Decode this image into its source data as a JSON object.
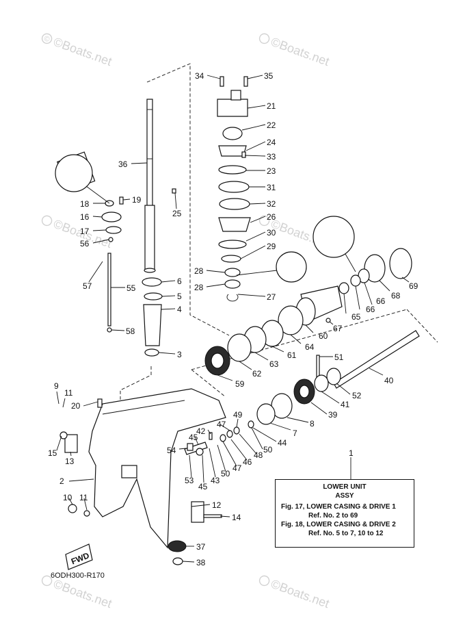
{
  "watermark": "©Boats.net",
  "fwd_label": "FWD",
  "figure_code": "6ODH300-R170",
  "legend": {
    "callout": "1",
    "title": "LOWER UNIT",
    "subtitle": "ASSY",
    "fig17": "Fig. 17, LOWER CASING & DRIVE 1",
    "ref17": "Ref. No. 2 to 69",
    "fig18": "Fig. 18, LOWER CASING & DRIVE 2",
    "ref18": "Ref. No. 5 to 7, 10 to 12"
  },
  "callouts": [
    "34",
    "35",
    "21",
    "22",
    "24",
    "33",
    "23",
    "31",
    "32",
    "26",
    "30",
    "29",
    "28",
    "28",
    "27",
    "36",
    "25",
    "18",
    "19",
    "16",
    "17",
    "56",
    "57",
    "55",
    "58",
    "6",
    "5",
    "4",
    "3",
    "69",
    "68",
    "66",
    "66",
    "65",
    "67",
    "60",
    "64",
    "61",
    "63",
    "62",
    "59",
    "51",
    "40",
    "52",
    "41",
    "39",
    "8",
    "7",
    "44",
    "49",
    "47",
    "42",
    "45",
    "54",
    "46",
    "48",
    "50",
    "47",
    "50",
    "43",
    "45",
    "53",
    "9",
    "11",
    "13",
    "20",
    "15",
    "2",
    "10",
    "11",
    "12",
    "14",
    "37",
    "38"
  ]
}
